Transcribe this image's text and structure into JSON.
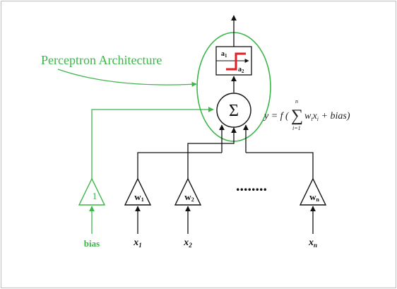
{
  "diagram": {
    "callout_label": "Perceptron Architecture",
    "sum_symbol": "Σ",
    "activation": {
      "top_label": "a",
      "top_sub": "1",
      "bottom_label": "a",
      "bottom_sub": "2"
    },
    "formula": {
      "lhs": "y = f (",
      "sum": "∑",
      "sum_upper": "n",
      "sum_lower": "i=1",
      "term_w": "w",
      "term_w_sub": "i",
      "term_x": "x",
      "term_x_sub": "i",
      "tail": " + bias)"
    },
    "bias_unit": {
      "value": "1",
      "input_label": "bias"
    },
    "weights": [
      {
        "w": "w",
        "sub": "1",
        "x": "x",
        "x_sub": "1"
      },
      {
        "w": "w",
        "sub": "2",
        "x": "x",
        "x_sub": "2"
      },
      {
        "w": "w",
        "sub": "n",
        "x": "x",
        "x_sub": "n"
      }
    ],
    "ellipsis": "........",
    "colors": {
      "green": "#3cb54a",
      "red": "#e31e24",
      "black": "#111111",
      "frame": "#bdbdbd"
    }
  }
}
